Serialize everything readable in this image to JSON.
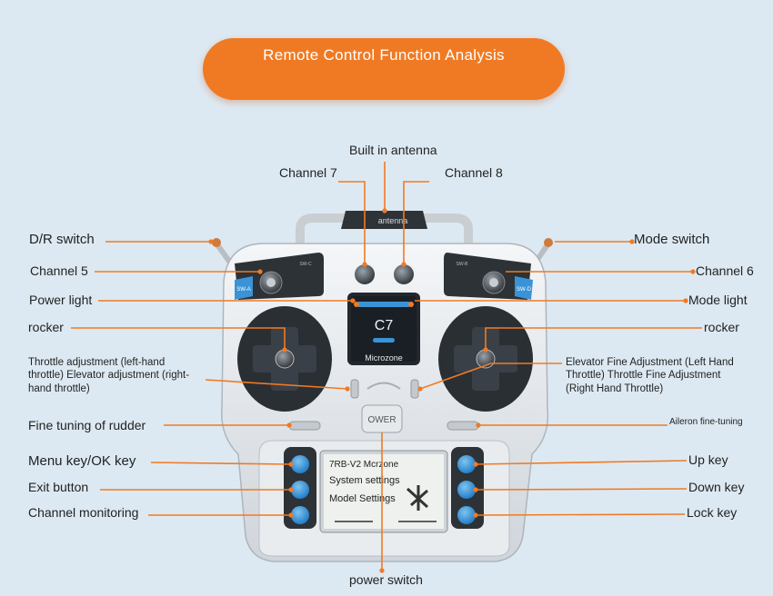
{
  "title": "Remote Control Function Analysis",
  "accent_color": "#f07a23",
  "callouts": {
    "built_in_antenna": "Built in antenna",
    "channel_7": "Channel 7",
    "channel_8": "Channel 8",
    "dr_switch": "D/R switch",
    "mode_switch": "Mode switch",
    "channel_5": "Channel 5",
    "channel_6": "Channel 6",
    "power_light": "Power light",
    "mode_light": "Mode light",
    "rocker_left": "rocker",
    "rocker_right": "rocker",
    "throttle_adjustment": "Throttle adjustment (left-hand throttle) Elevator adjustment (right-hand throttle)",
    "elevator_fine_adjustment": "Elevator Fine Adjustment (Left Hand Throttle) Throttle Fine Adjustment (Right Hand Throttle)",
    "fine_tuning_rudder": "Fine tuning of rudder",
    "aileron_fine_tuning": "Aileron fine-tuning",
    "menu_key": "Menu key/OK key",
    "exit_button": "Exit button",
    "channel_monitoring": "Channel monitoring",
    "up_key": "Up key",
    "down_key": "Down key",
    "lock_key": "Lock key",
    "power_switch": "power switch"
  },
  "device": {
    "antenna_label": "antenna",
    "color_screen_model": "C7",
    "color_screen_brand": "Microzone",
    "power_button_label": "OWER",
    "lcd_header": "7RB-V2  Mcrzone",
    "lcd_line_1": "System settings",
    "lcd_line_2": "Model Settings",
    "sw_a": "SW-A",
    "sw_b": "SW-B",
    "sw_c": "SW-C",
    "sw_d": "SW-D"
  }
}
